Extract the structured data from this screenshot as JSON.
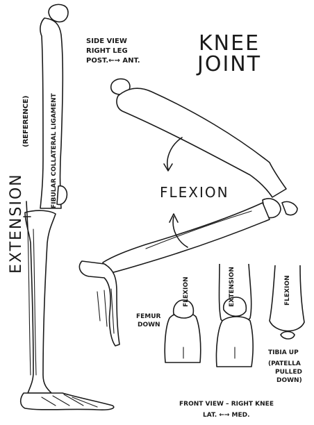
{
  "title": {
    "line1": "KNEE",
    "line2": "JOINT"
  },
  "side_view_note": {
    "line1": "SIDE VIEW",
    "line2": "RIGHT LEG",
    "line3": "POST.←→ ANT."
  },
  "labels": {
    "extension": "EXTENSION",
    "reference": "(REFERENCE)",
    "fibular_ligament": "FIBULAR COLLATERAL LIGAMENT",
    "flexion_main": "FLEXION",
    "femur_down_1": "FEMUR",
    "femur_down_2": "DOWN",
    "small_flexion_1": "FLEXION",
    "small_extension": "EXTENSION",
    "small_flexion_2": "FLEXION",
    "tibia_up": "TIBIA UP",
    "patella_1": "(PATELLA",
    "patella_2": "PULLED",
    "patella_3": "DOWN)",
    "front_view": "FRONT VIEW – RIGHT KNEE",
    "lat_med": "LAT. ←→ MED."
  }
}
